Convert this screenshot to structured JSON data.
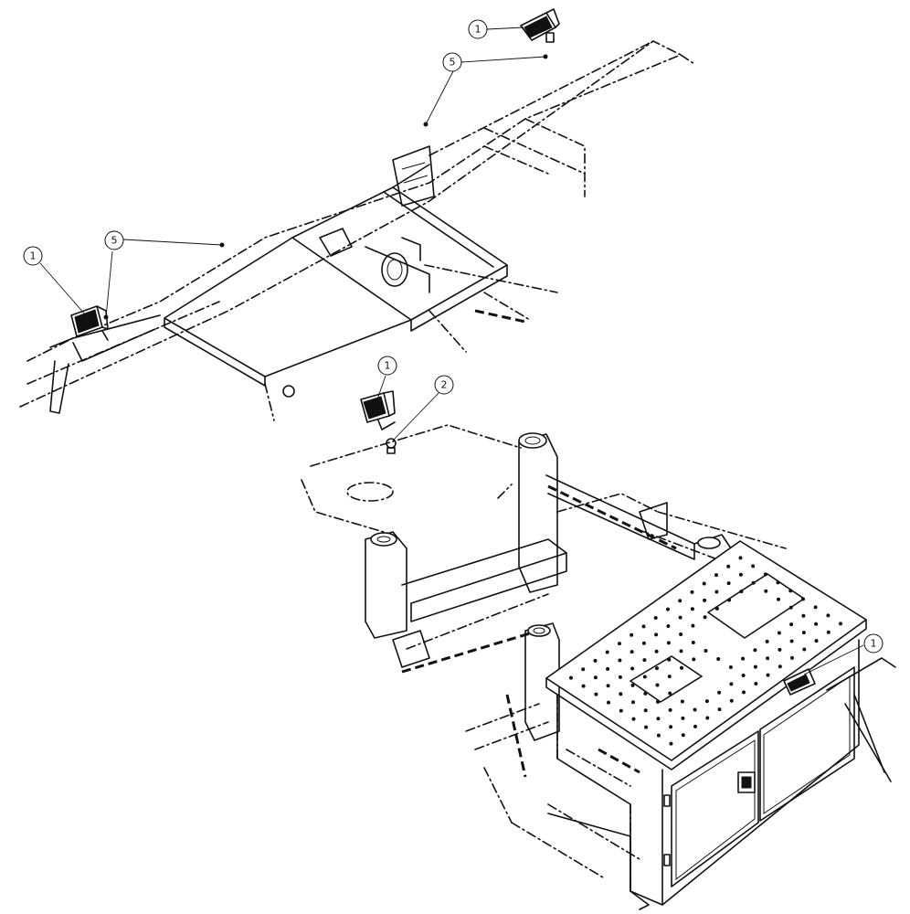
{
  "callouts": [
    {
      "id": "c1",
      "label": "1"
    },
    {
      "id": "c2",
      "label": "5"
    },
    {
      "id": "c3",
      "label": "1"
    },
    {
      "id": "c4",
      "label": "5"
    },
    {
      "id": "c5",
      "label": "1"
    },
    {
      "id": "c6",
      "label": "2"
    },
    {
      "id": "c7",
      "label": "1"
    }
  ],
  "parts": {
    "work_light": "work-light",
    "screw": "screw",
    "cab_roof": "cab-roof",
    "cab_frame": "cab-frame",
    "battery_box": "battery-box"
  }
}
